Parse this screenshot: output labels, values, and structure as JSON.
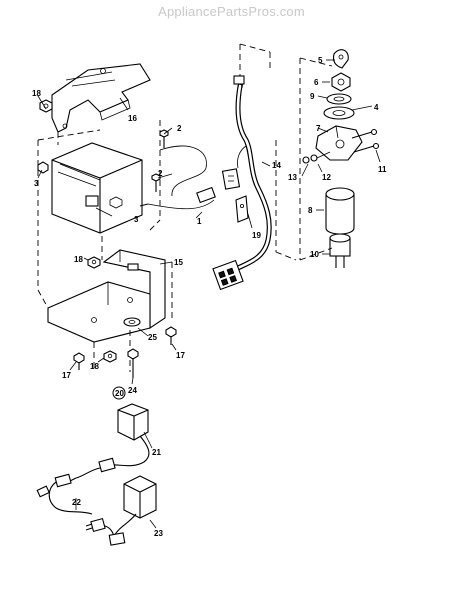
{
  "watermark": "AppliancePartsPros.com",
  "callouts": {
    "p1": "1",
    "p2a": "2",
    "p2b": "2",
    "p3a": "3",
    "p3b": "3",
    "p4": "4",
    "p5": "5",
    "p6": "6",
    "p7": "7",
    "p8": "8",
    "p9": "9",
    "p10": "10",
    "p11": "11",
    "p12": "12",
    "p13": "13",
    "p14": "14",
    "p15": "15",
    "p16": "16",
    "p17a": "17",
    "p17b": "17",
    "p18a": "18",
    "p18b": "18",
    "p18c": "18",
    "p19": "19",
    "p20": "20",
    "p21": "21",
    "p22": "22",
    "p23": "23",
    "p24": "24",
    "p25": "25"
  }
}
